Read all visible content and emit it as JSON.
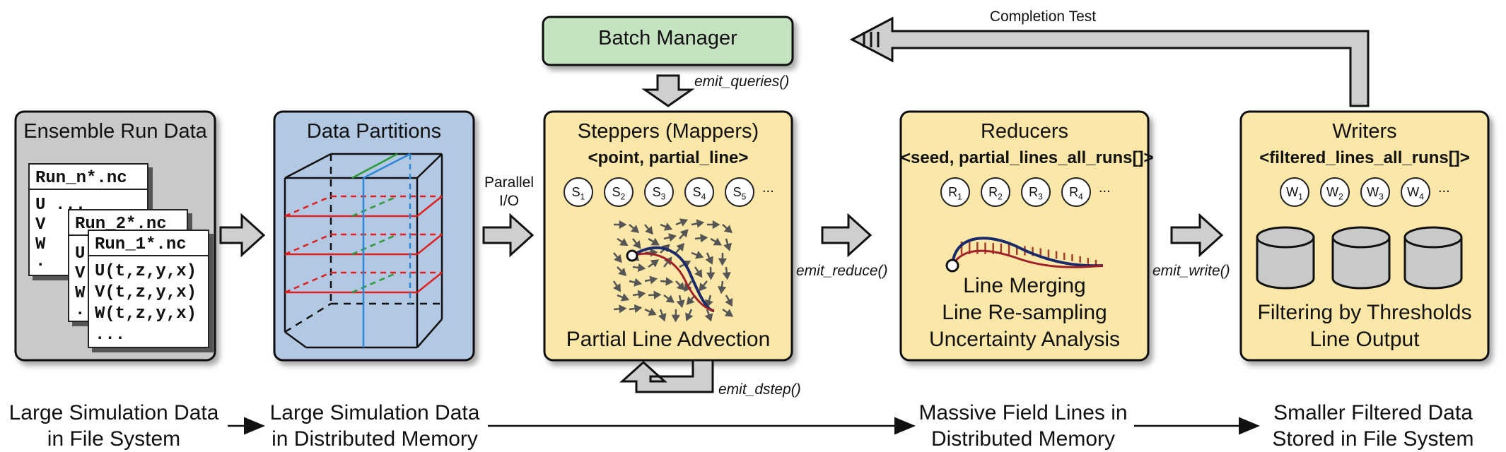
{
  "batch_manager": {
    "label": "Batch Manager"
  },
  "completion_test": "Completion Test",
  "calls": {
    "emit_queries": "emit_queries()",
    "emit_reduce": "emit_reduce()",
    "emit_write": "emit_write()",
    "emit_dstep": "emit_dstep()"
  },
  "parallel_io": [
    "Parallel",
    "I/O"
  ],
  "ensemble": {
    "title": "Ensemble Run Data",
    "files": [
      {
        "name": "Run_n*.nc",
        "lines": [
          "U",
          "V",
          "W",
          "."
        ]
      },
      {
        "name": "Run_2*.nc",
        "lines": [
          "U",
          "V",
          "W",
          "."
        ]
      },
      {
        "name": "Run_1*.nc",
        "lines": [
          "U(t,z,y,x)",
          "V(t,z,y,x)",
          "W(t,z,y,x)",
          "..."
        ]
      }
    ],
    "partial_dots": "..."
  },
  "partitions": {
    "title": "Data Partitions"
  },
  "steppers": {
    "title": "Steppers (Mappers)",
    "signature": "<point, partial_line>",
    "nodes": [
      "S1",
      "S2",
      "S3",
      "S4",
      "S5"
    ],
    "more": "...",
    "caption": "Partial Line Advection"
  },
  "reducers": {
    "title": "Reducers",
    "signature": "<seed, partial_lines_all_runs[]>",
    "nodes": [
      "R1",
      "R2",
      "R3",
      "R4"
    ],
    "more": "...",
    "caption": [
      "Line Merging",
      "Line Re-sampling",
      "Uncertainty Analysis"
    ]
  },
  "writers": {
    "title": "Writers",
    "signature": "<filtered_lines_all_runs[]>",
    "nodes": [
      "W1",
      "W2",
      "W3",
      "W4"
    ],
    "more": "...",
    "caption": [
      "Filtering by Thresholds",
      "Line Output"
    ]
  },
  "bottom": [
    [
      "Large Simulation Data",
      "in File System"
    ],
    [
      "Large Simulation Data",
      "in Distributed Memory"
    ],
    [
      "Massive Field Lines in",
      "Distributed Memory"
    ],
    [
      "Smaller Filtered Data",
      "Stored in File System"
    ]
  ],
  "colors": {
    "gray_panel": "#c9c9c9",
    "blue_panel": "#b3c8e2",
    "yellow_panel": "#fbe7a8",
    "green_box": "#c6e3c1",
    "arrow_fill": "#cfcfcf",
    "red": "#e02020",
    "green": "#2a9a3a",
    "blue": "#2c86d6",
    "line_blue": "#1a2a6a",
    "line_red": "#a0202a"
  }
}
